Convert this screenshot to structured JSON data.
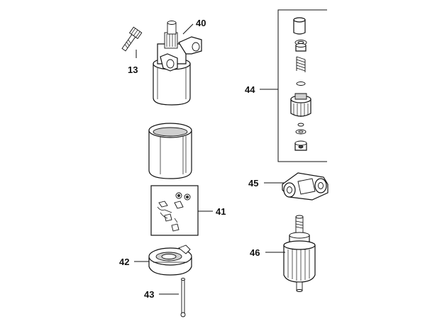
{
  "labels": {
    "13": "13",
    "40": "40",
    "41": "41",
    "42": "42",
    "43": "43",
    "44": "44",
    "45": "45",
    "46": "46"
  },
  "colors": {
    "ink": "#111111",
    "background": "#ffffff",
    "shade": "#cfcfcf"
  }
}
